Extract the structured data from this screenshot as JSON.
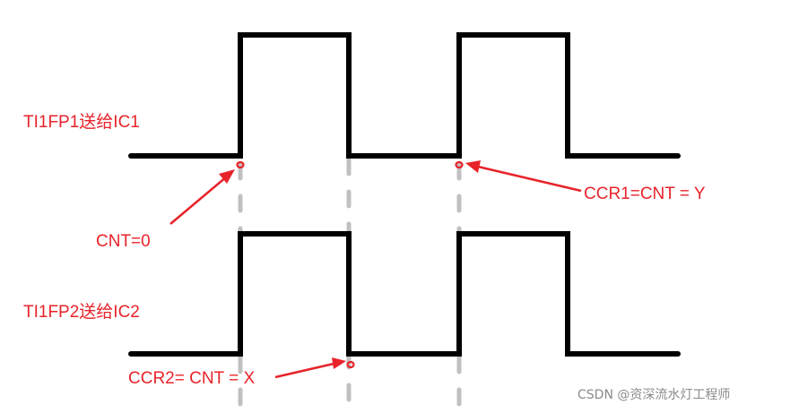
{
  "labels": {
    "ti1fp1": "TI1FP1送给IC1",
    "ti1fp2": "TI1FP2送给IC2",
    "cnt_zero": "CNT=0",
    "ccr1": "CCR1=CNT = Y",
    "ccr2": "CCR2= CNT = X"
  },
  "watermark": "CSDN @资深流水灯工程师",
  "colors": {
    "annotation": "#e8232a",
    "wave": "#000000",
    "guide": "#c0c0c0",
    "watermark": "#8a8a8a"
  }
}
